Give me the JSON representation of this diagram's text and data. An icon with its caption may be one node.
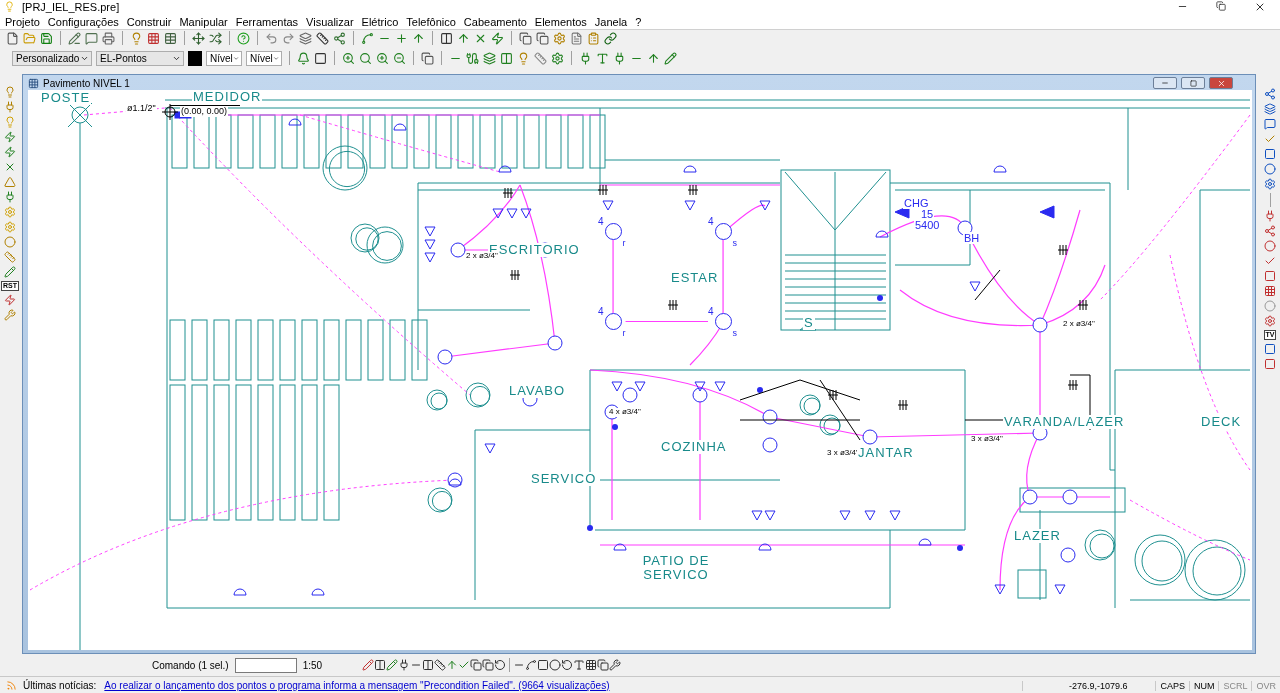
{
  "diagram": {
    "title": "[PRJ_IEL_RES.pre]",
    "nodes": [
      {
        "text": [
          "4"
        ],
        "beside": [
          "r"
        ]
      },
      {
        "text": [
          "4"
        ],
        "beside": [
          "s"
        ]
      },
      {
        "text": [
          "4"
        ],
        "beside": [
          "r"
        ]
      },
      {
        "text": [
          "4"
        ],
        "beside": [
          "s"
        ]
      }
    ],
    "edges": [
      {
        "from": 0,
        "to": 2,
        "arrow": "none"
      },
      {
        "from": 1,
        "to": 3,
        "arrow": "none"
      },
      {
        "from": 2,
        "to": 3,
        "arrow": "none"
      }
    ],
    "labels": [
      "Projeto",
      "Configurações",
      "Construir",
      "Manipular",
      "Ferramentas",
      "Visualizar",
      "Elétrico",
      "Telefônico",
      "Cabeamento",
      "Elementos",
      "Janela",
      "?",
      "Personalizado",
      "EL-Pontos",
      "Nível",
      "Nível",
      "Pavimento NIVEL 1",
      "RST",
      "TV",
      "POSTE",
      "MEDIDOR",
      "ø1.1/2\"",
      "(0.00, 0.00)",
      "ESCRITORIO",
      "2 x ø3/4\"",
      "ESTAR",
      "CHG",
      "15",
      "5400",
      "BH",
      "S",
      "2 x ø3/4\"",
      "LAVABO",
      "4 x ø3/4\"",
      "3 x ø3/4\"",
      "VARANDA/LAZER",
      "DECK",
      "COZINHA",
      "3 x ø3/4\"",
      "JANTAR",
      "SERVICO",
      "LAZER",
      "PATIO DE SERVICO",
      "Comando (1 sel.)",
      "1:50",
      "Últimas notícias:",
      "Ao realizar o lançamento dos pontos o programa informa a mensagem \"Precondition Failed\". (9664 visualizações)",
      "-276.9,-1079.6",
      "CAPS",
      "NUM",
      "SCRL",
      "OVR"
    ]
  }
}
